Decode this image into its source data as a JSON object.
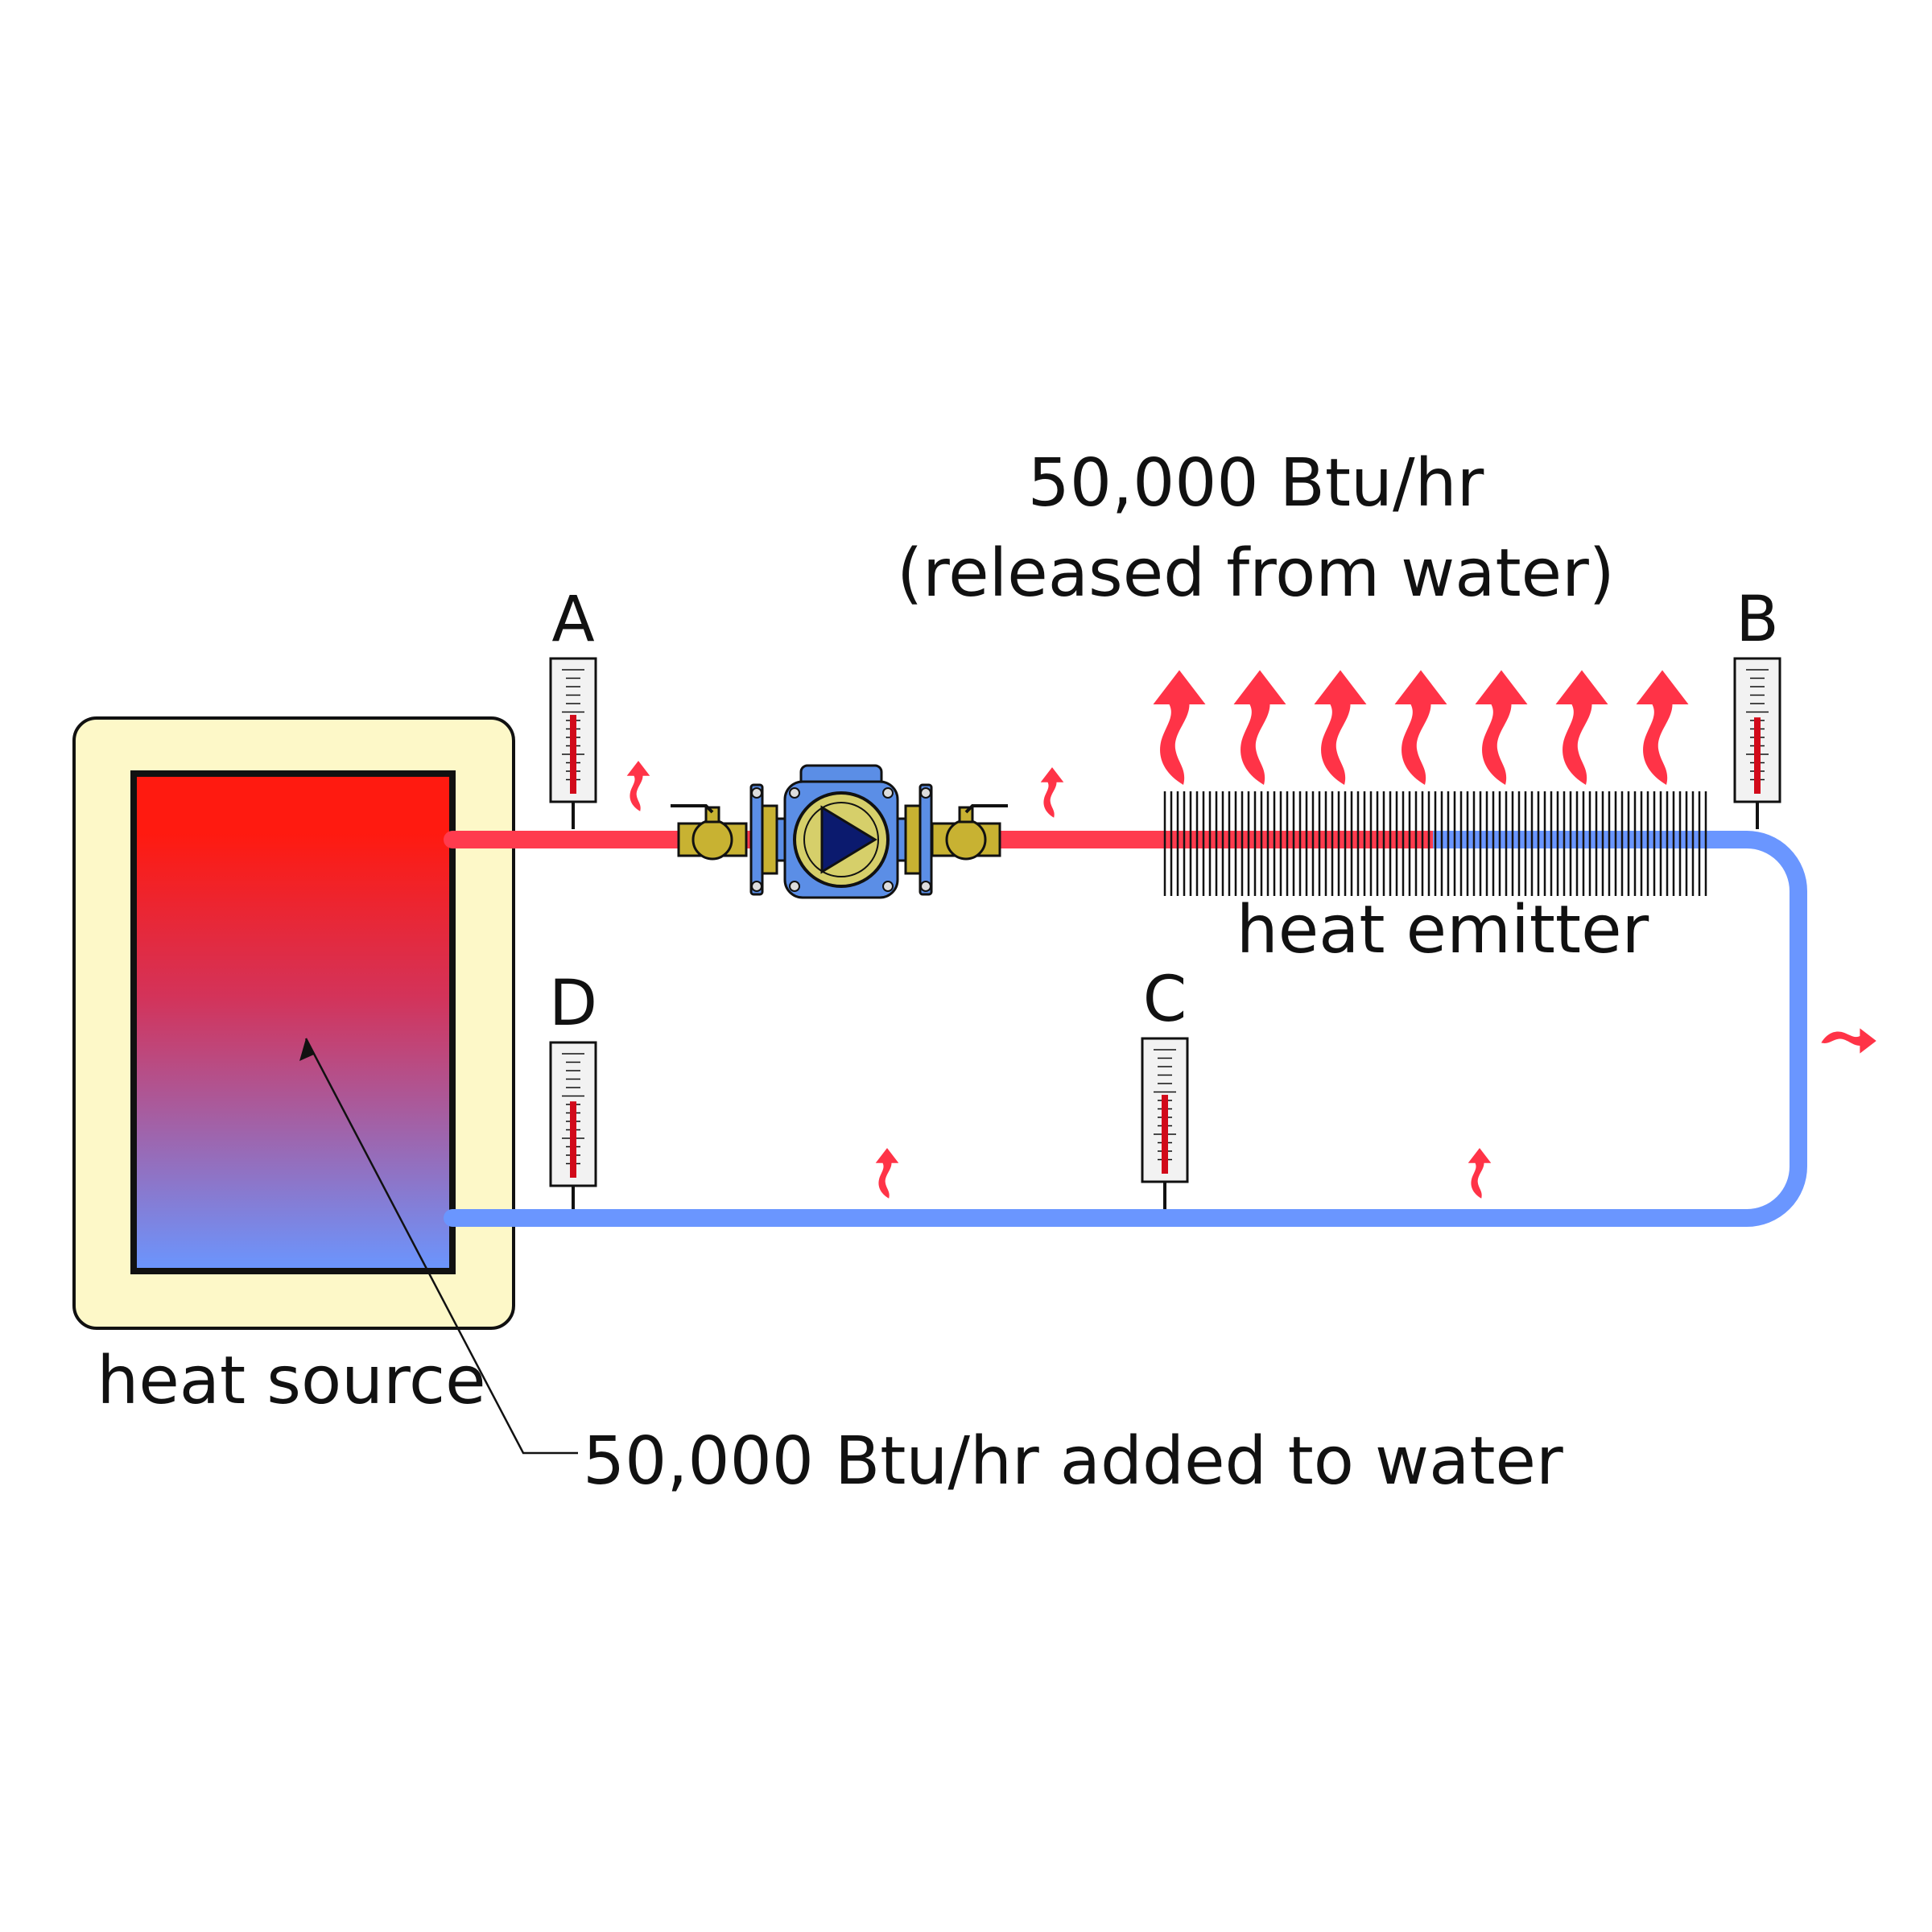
{
  "labels": {
    "emitter_output_line1": "50,000 Btu/hr",
    "emitter_output_line2": "(released from water)",
    "heat_emitter": "heat emitter",
    "heat_source": "heat source",
    "source_input": "50,000 Btu/hr added to water"
  },
  "thermometers": [
    {
      "id": "A",
      "label": "A",
      "level": 0.62
    },
    {
      "id": "B",
      "label": "B",
      "level": 0.6
    },
    {
      "id": "C",
      "label": "C",
      "level": 0.62
    },
    {
      "id": "D",
      "label": "D",
      "level": 0.6
    }
  ],
  "colors": {
    "hot_water": "#ff3b4e",
    "cold_water": "#6a96ff",
    "source_top": "#ff1a10",
    "source_bottom": "#6a96ff",
    "jacket": "#fdf8c8",
    "pump_body": "#5b8ee6",
    "pump_face": "#d6cf6a",
    "pump_arrow": "#0b1a6e",
    "valve_brass": "#c8b232",
    "heat_arrow": "#ff3347"
  },
  "icons": {
    "pump": "circulator-pump-icon",
    "valve": "ball-valve-icon",
    "heat_arrow": "rising-heat-arrow-icon"
  }
}
